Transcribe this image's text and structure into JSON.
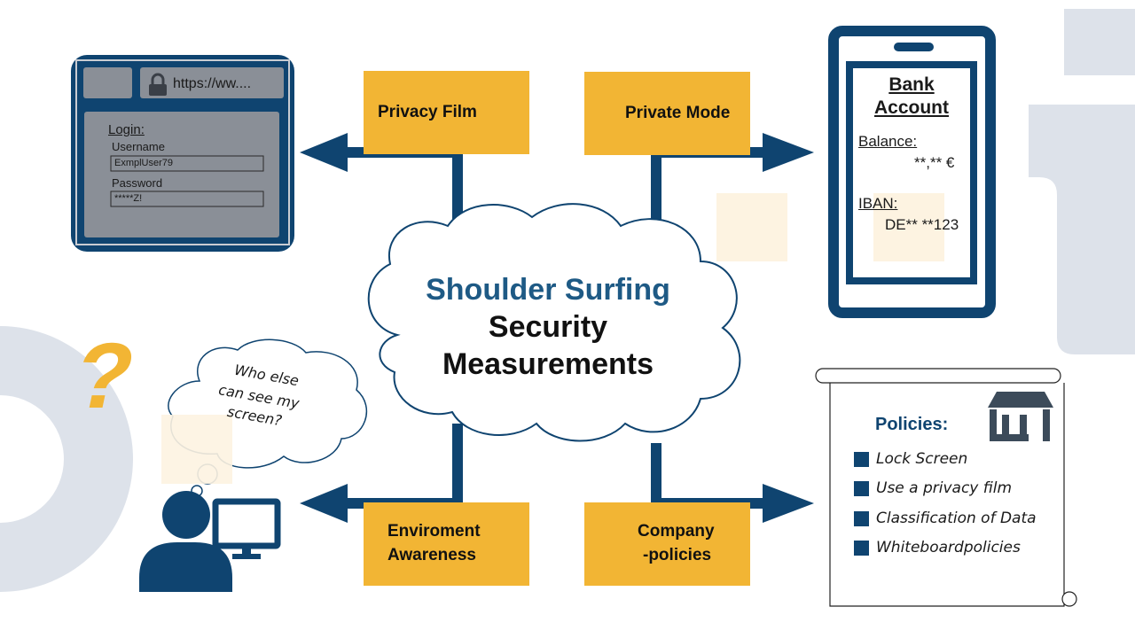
{
  "title": {
    "line1": "Shoulder Surfing",
    "line2": "Security",
    "line3": "Measurements"
  },
  "measures": {
    "privacy_film": "Privacy Film",
    "private_mode": "Private Mode",
    "environment_line1": "Enviroment",
    "environment_line2": "Awareness",
    "company_line1": "Company",
    "company_line2": "-policies"
  },
  "browser": {
    "url": "https://ww....",
    "login_heading": "Login:",
    "username_label": "Username",
    "username_value": "ExmplUser79",
    "password_label": "Password",
    "password_value": "*****Z!"
  },
  "phone": {
    "heading_line1": "Bank",
    "heading_line2": "Account",
    "balance_label": "Balance:",
    "balance_value": "**,** €",
    "iban_label": "IBAN:",
    "iban_value": "DE** **123"
  },
  "thought": {
    "line1": "Who else",
    "line2": "can see my",
    "line3": "screen?"
  },
  "policies": {
    "heading": "Policies:",
    "items": [
      "Lock Screen",
      "Use a privacy film",
      "Classification of Data",
      "Whiteboardpolicies"
    ]
  },
  "colors": {
    "navy": "#0f4470",
    "accent": "#f2b534",
    "watermark": "#dde2ea"
  },
  "icons": [
    "lock-icon",
    "question-mark-icon",
    "user-icon",
    "monitor-icon",
    "store-icon",
    "arrow-icon"
  ]
}
